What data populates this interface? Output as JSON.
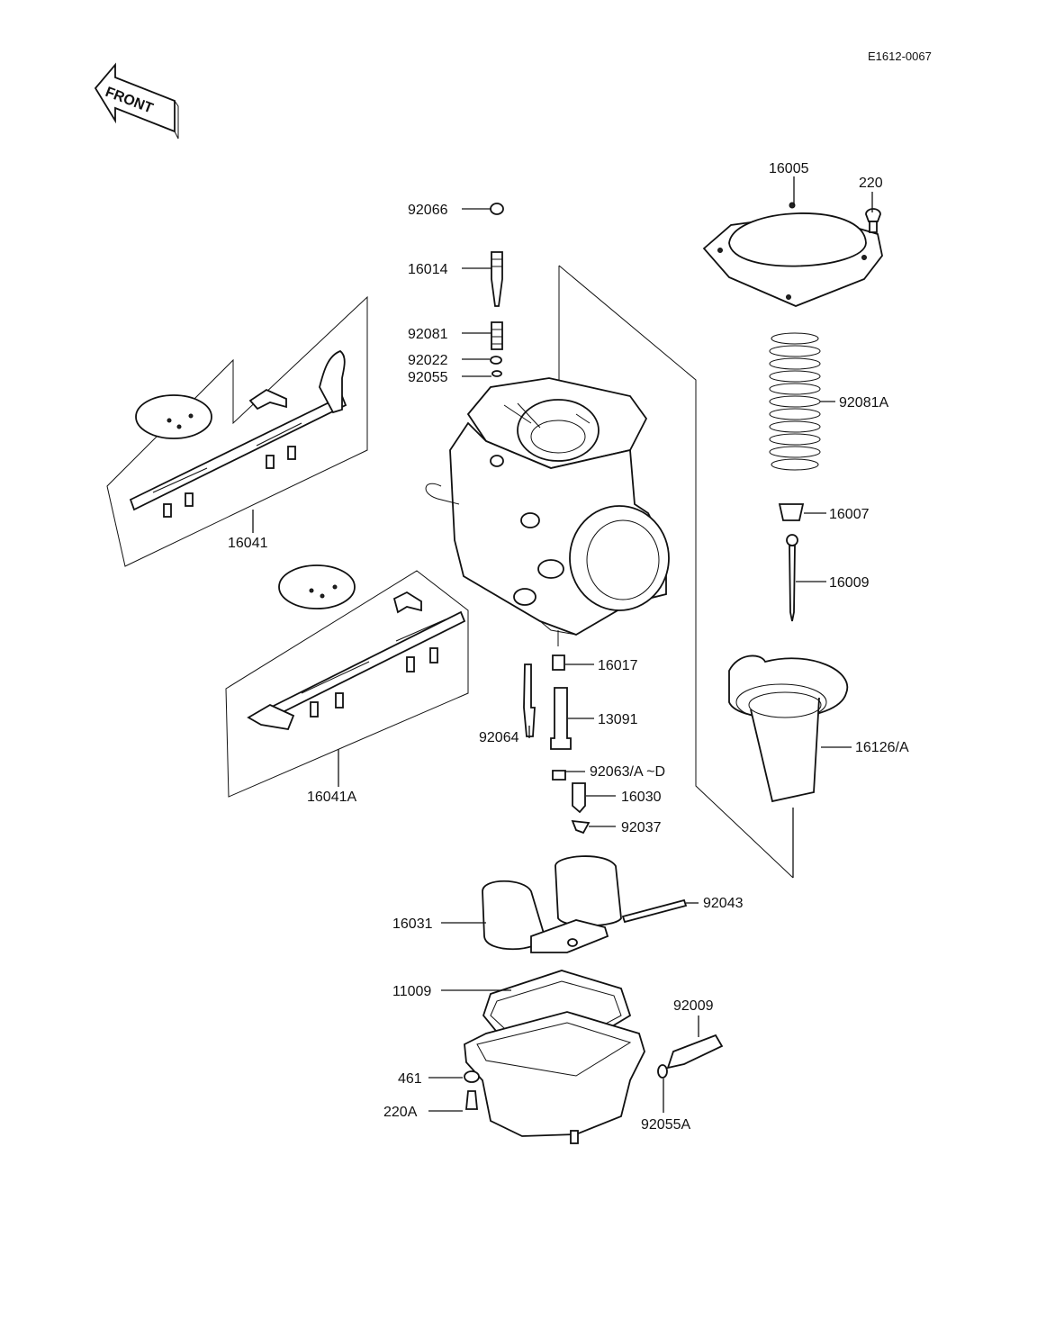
{
  "header": {
    "code": "E1612-0067",
    "front_arrow": "FRONT"
  },
  "labels": {
    "p92066": "92066",
    "p16014": "16014",
    "p92081": "92081",
    "p92022": "92022",
    "p92055": "92055",
    "p16005": "16005",
    "p220": "220",
    "p92081A": "92081A",
    "p16007": "16007",
    "p16009": "16009",
    "p16126A": "16126/A",
    "p16041": "16041",
    "p16041A": "16041A",
    "p16017": "16017",
    "p13091": "13091",
    "p92064": "92064",
    "p92063": "92063/A ~D",
    "p16030": "16030",
    "p92037": "92037",
    "p92043": "92043",
    "p16031": "16031",
    "p11009": "11009",
    "p92009": "92009",
    "p461": "461",
    "p220A": "220A",
    "p92055A": "92055A"
  }
}
